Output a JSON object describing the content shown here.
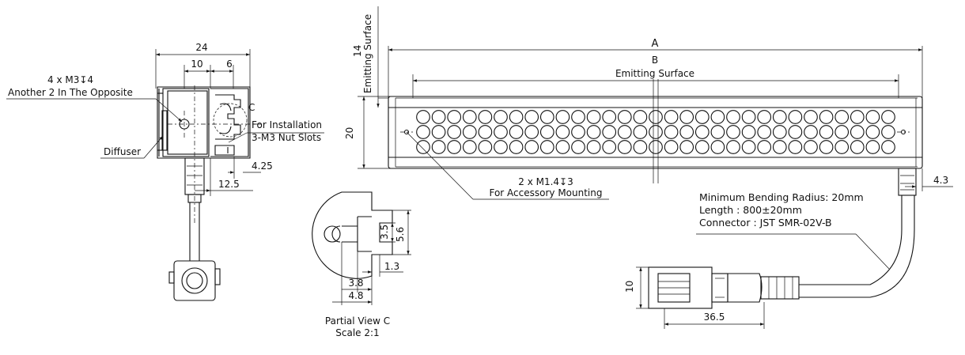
{
  "side_view": {
    "dim_24": "24",
    "dim_10": "10",
    "dim_6": "6",
    "dim_4_25": "4.25",
    "dim_12_5": "12.5",
    "label_m3_line1": "4 x M3↧4",
    "label_m3_line2": "Another 2 In The Opposite",
    "label_c": "C",
    "label_install_line1": "For Installation",
    "label_install_line2": "3-M3 Nut Slots",
    "label_diffuser": "Diffuser"
  },
  "partial_view": {
    "dim_3_5": "3.5",
    "dim_5_6": "5.6",
    "dim_1_3": "1.3",
    "dim_3_8": "3.8",
    "dim_4_8": "4.8",
    "title_line1": "Partial View C",
    "title_line2": "Scale 2:1"
  },
  "front_view": {
    "dim_a": "A",
    "dim_b": "B",
    "b_sub": "Emitting Surface",
    "dim_14": "14",
    "dim_14_sub": "Emitting Surface",
    "dim_20": "20",
    "dim_4_3": "4.3",
    "hole_label_line1": "2 x M1.4↧3",
    "hole_label_line2": "For Accessory Mounting"
  },
  "cable": {
    "spec_line1": "Minimum Bending Radius: 20mm",
    "spec_line2": "Length : 800±20mm",
    "spec_line3": "Connector : JST SMR-02V-B",
    "dim_10": "10",
    "dim_36_5": "36.5"
  }
}
